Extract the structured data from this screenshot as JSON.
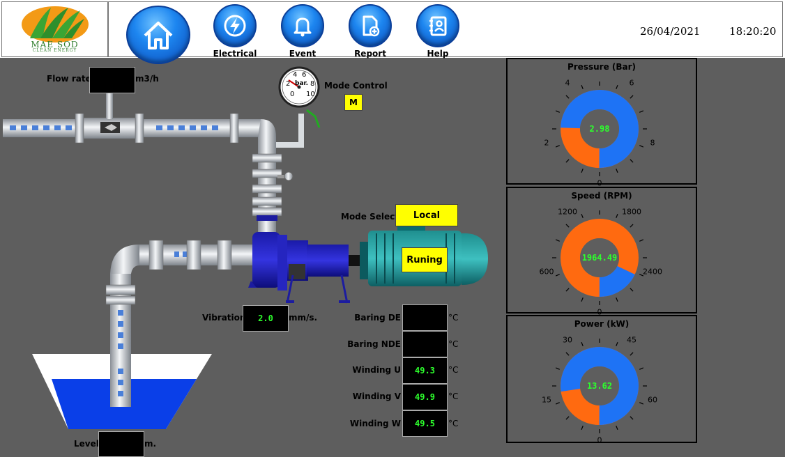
{
  "header": {
    "logo_text": "MAE SOD",
    "logo_subtext": "CLEAN ENERGY",
    "nav": [
      {
        "label": "",
        "icon": "home-icon"
      },
      {
        "label": "Electrical",
        "icon": "lightning-icon"
      },
      {
        "label": "Event",
        "icon": "bell-icon"
      },
      {
        "label": "Report",
        "icon": "report-add-icon"
      },
      {
        "label": "Help",
        "icon": "help-book-icon"
      }
    ],
    "date": "26/04/2021",
    "time": "18:20:20"
  },
  "process": {
    "flow_rate_label": "Flow rate",
    "flow_rate_value": "",
    "flow_rate_unit": "m3/h",
    "pressure_gauge_unit": "bar.",
    "pressure_gauge_ticks": [
      "0",
      "2",
      "4",
      "6",
      "8",
      "10"
    ],
    "mode_control_label": "Mode Control",
    "mode_control_value": "M",
    "mode_select_label": "Mode Select",
    "mode_select_value": "Local",
    "motor_status": "Runing",
    "vibration_label": "Vibration",
    "vibration_value": "2.0",
    "vibration_unit": "mm/s.",
    "level_label": "Level",
    "level_value": "",
    "level_unit": "m."
  },
  "temperatures": [
    {
      "label": "Baring DE",
      "value": "",
      "unit": "°C"
    },
    {
      "label": "Baring NDE",
      "value": "",
      "unit": "°C"
    },
    {
      "label": "Winding U",
      "value": "49.3",
      "unit": "°C"
    },
    {
      "label": "Winding V",
      "value": "49.9",
      "unit": "°C"
    },
    {
      "label": "Winding W",
      "value": "49.5",
      "unit": "°C"
    }
  ],
  "gauges": [
    {
      "title": "Pressure (Bar)",
      "value": "2.98",
      "ticks": [
        "0",
        "2",
        "4",
        "6",
        "8"
      ],
      "fraction": 0.745,
      "color_fill": "#1e73f5",
      "color_rest": "#ff6a10"
    },
    {
      "title": "Speed (RPM)",
      "value": "1964.49",
      "ticks": [
        "0",
        "600",
        "1200",
        "1800",
        "2400"
      ],
      "fraction": 0.18,
      "color_fill": "#1e73f5",
      "color_rest": "#ff6a10"
    },
    {
      "title": "Power (kW)",
      "value": "13.62",
      "ticks": [
        "0",
        "15",
        "30",
        "45",
        "60"
      ],
      "fraction": 0.773,
      "color_fill": "#1e73f5",
      "color_rest": "#ff6a10"
    }
  ]
}
